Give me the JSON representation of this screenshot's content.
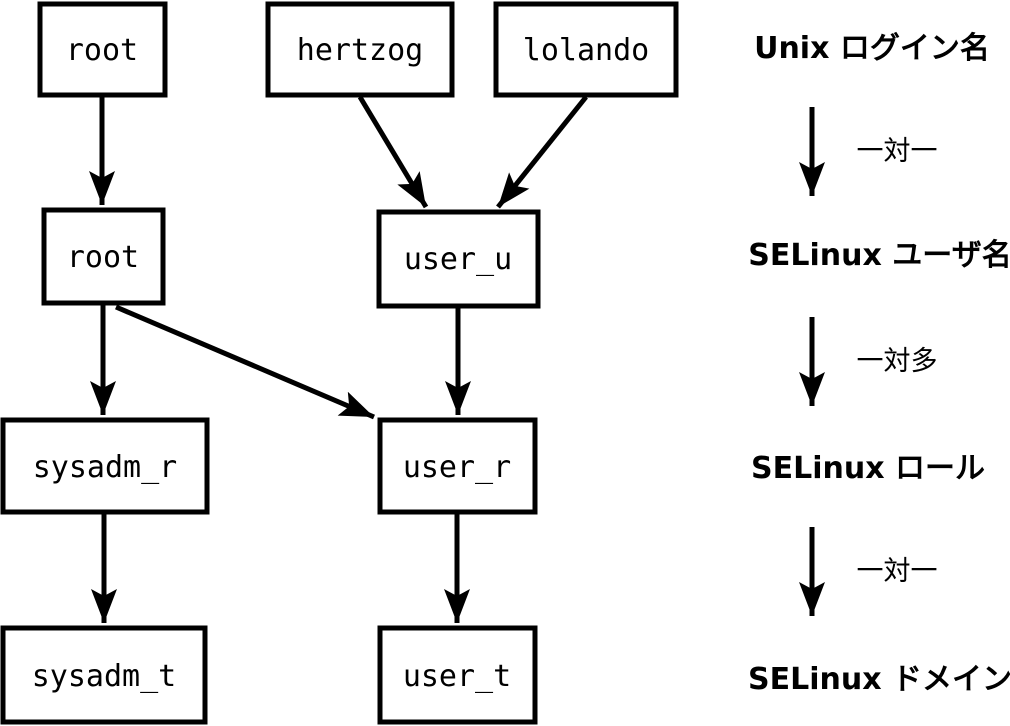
{
  "diagram": {
    "title_implied": "",
    "colors": {
      "ink": "#000000",
      "background": "#ffffff",
      "box_fill": "#ffffff"
    },
    "nodes": [
      {
        "id": "root-login",
        "label": "root",
        "level": "unix-login"
      },
      {
        "id": "hertzog",
        "label": "hertzog",
        "level": "unix-login"
      },
      {
        "id": "lolando",
        "label": "lolando",
        "level": "unix-login"
      },
      {
        "id": "root-user",
        "label": "root",
        "level": "selinux-user"
      },
      {
        "id": "user_u",
        "label": "user_u",
        "level": "selinux-user"
      },
      {
        "id": "sysadm_r",
        "label": "sysadm_r",
        "level": "selinux-role"
      },
      {
        "id": "user_r",
        "label": "user_r",
        "level": "selinux-role"
      },
      {
        "id": "sysadm_t",
        "label": "sysadm_t",
        "level": "selinux-domain"
      },
      {
        "id": "user_t",
        "label": "user_t",
        "level": "selinux-domain"
      }
    ],
    "edges": [
      {
        "from": "root-login",
        "to": "root-user"
      },
      {
        "from": "hertzog",
        "to": "user_u"
      },
      {
        "from": "lolando",
        "to": "user_u"
      },
      {
        "from": "root-user",
        "to": "sysadm_r"
      },
      {
        "from": "root-user",
        "to": "user_r"
      },
      {
        "from": "user_u",
        "to": "user_r"
      },
      {
        "from": "sysadm_r",
        "to": "sysadm_t"
      },
      {
        "from": "user_r",
        "to": "user_t"
      }
    ],
    "legend": {
      "levels": [
        "Unix ログイン名",
        "SELinux ユーザ名",
        "SELinux ロール",
        "SELinux ドメイン"
      ],
      "relations": [
        "一対一",
        "一対多",
        "一対一"
      ]
    }
  }
}
